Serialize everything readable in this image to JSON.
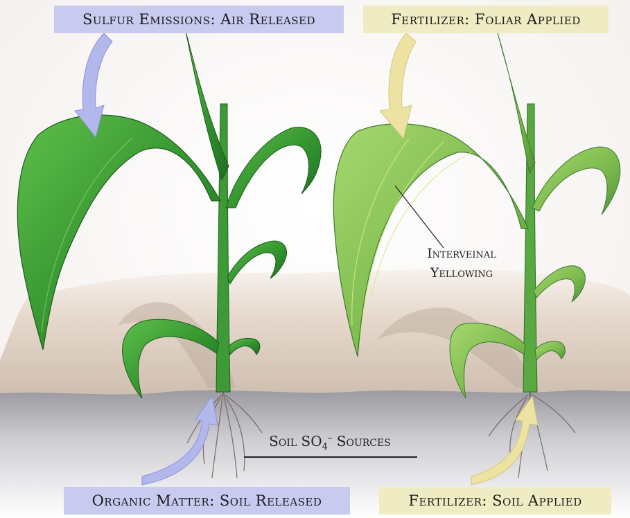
{
  "labels": {
    "sulfur_emissions": "Sulfur Emissions: Air Released",
    "fertilizer_foliar": "Fertilizer: Foliar Applied",
    "organic_matter": "Organic Matter: Soil Released",
    "fertilizer_soil": "Fertilizer: Soil Applied"
  },
  "annotation": {
    "line1": "Interveinal",
    "line2": "Yellowing"
  },
  "soil_title": {
    "prefix": "Soil SO",
    "subscript": "4",
    "superscript": "–",
    "suffix": "Sources"
  },
  "colors": {
    "blue_label": "#c8caf0",
    "yellow_label": "#efebc2",
    "blue_arrow": "#b3b8ec",
    "yellow_arrow": "#ece3a2",
    "healthy_leaf": "#3e9e35",
    "yellowing_leaf": "#88c25a",
    "soil": "#d9c9bb"
  },
  "icons": [
    "arrow-down-icon",
    "arrow-up-icon",
    "corn-plant-icon",
    "roots-icon"
  ]
}
